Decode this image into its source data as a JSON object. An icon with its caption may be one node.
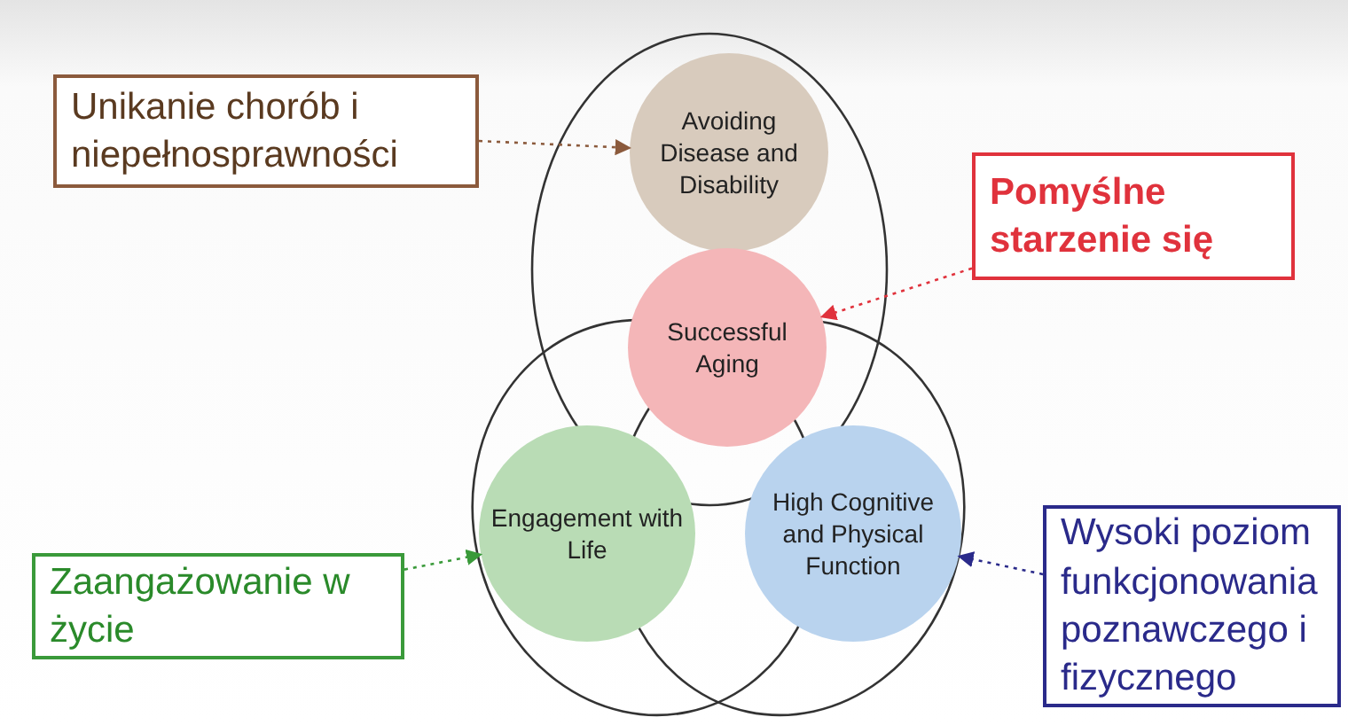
{
  "diagram": {
    "nodes": [
      {
        "text": [
          "Unikanie chorób i niepełnosprawności"
        ]
      },
      {
        "text": [
          "Avoiding Disease and Disability"
        ]
      },
      {
        "text": [
          "Pomyślne starzenie się"
        ]
      },
      {
        "text": [
          "Successful Aging"
        ]
      },
      {
        "text": [
          "Zaangażowanie w życie"
        ]
      },
      {
        "text": [
          "Engagement with Life"
        ]
      },
      {
        "text": [
          "High Cognitive and Physical Function"
        ]
      },
      {
        "text": [
          "Wysoki poziom funkcjonowania poznawczego i fizycznego"
        ]
      }
    ],
    "edges": [
      {
        "from": 0,
        "to": 1,
        "arrow": "to",
        "style": "dashed",
        "color": "#8b5a3c"
      },
      {
        "from": 2,
        "to": 3,
        "arrow": "to",
        "style": "dashed",
        "color": "#e0323c"
      },
      {
        "from": 4,
        "to": 5,
        "arrow": "to",
        "style": "dashed",
        "color": "#3a9a3a"
      },
      {
        "from": 7,
        "to": 6,
        "arrow": "to",
        "style": "dashed",
        "color": "#2a2a8a"
      }
    ]
  }
}
